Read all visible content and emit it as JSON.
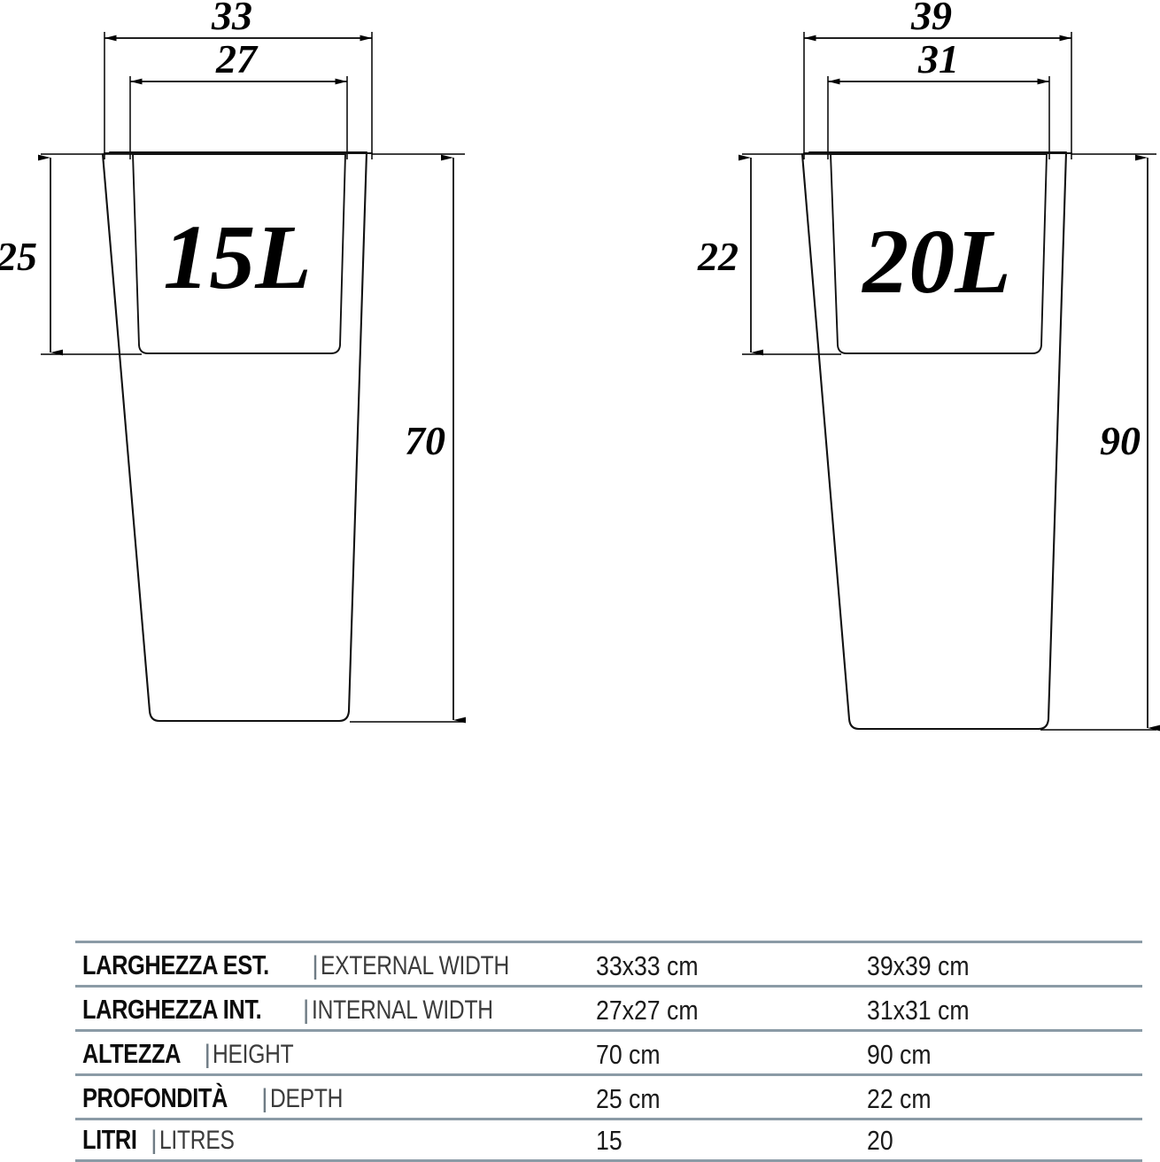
{
  "page": {
    "title": "Pot dimension drawings and specification table",
    "background_color": "#ffffff",
    "line_color": "#111111",
    "rule_color": "#8b9ba6"
  },
  "drawings": [
    {
      "id": "pot-15l",
      "volume_label": "15L",
      "external_width_label": "33",
      "internal_width_label": "27",
      "depth_label": "25",
      "height_label": "70"
    },
    {
      "id": "pot-20l",
      "volume_label": "20L",
      "external_width_label": "39",
      "internal_width_label": "31",
      "depth_label": "22",
      "height_label": "90"
    }
  ],
  "spec_table": {
    "rows": [
      {
        "label_it": "LARGHEZZA EST.",
        "separator": "|",
        "label_en": "EXTERNAL WIDTH",
        "value_1": "33x33 cm",
        "value_2": "39x39 cm"
      },
      {
        "label_it": "LARGHEZZA INT.",
        "separator": "|",
        "label_en": "INTERNAL WIDTH",
        "value_1": "27x27 cm",
        "value_2": "31x31 cm"
      },
      {
        "label_it": "ALTEZZA",
        "separator": "|",
        "label_en": "HEIGHT",
        "value_1": "70 cm",
        "value_2": "90 cm"
      },
      {
        "label_it": "PROFONDITÀ",
        "separator": "|",
        "label_en": "DEPTH",
        "value_1": "25 cm",
        "value_2": "22 cm"
      },
      {
        "label_it": "LITRI",
        "separator": "|",
        "label_en": "LITRES",
        "value_1": "15",
        "value_2": "20"
      }
    ]
  }
}
